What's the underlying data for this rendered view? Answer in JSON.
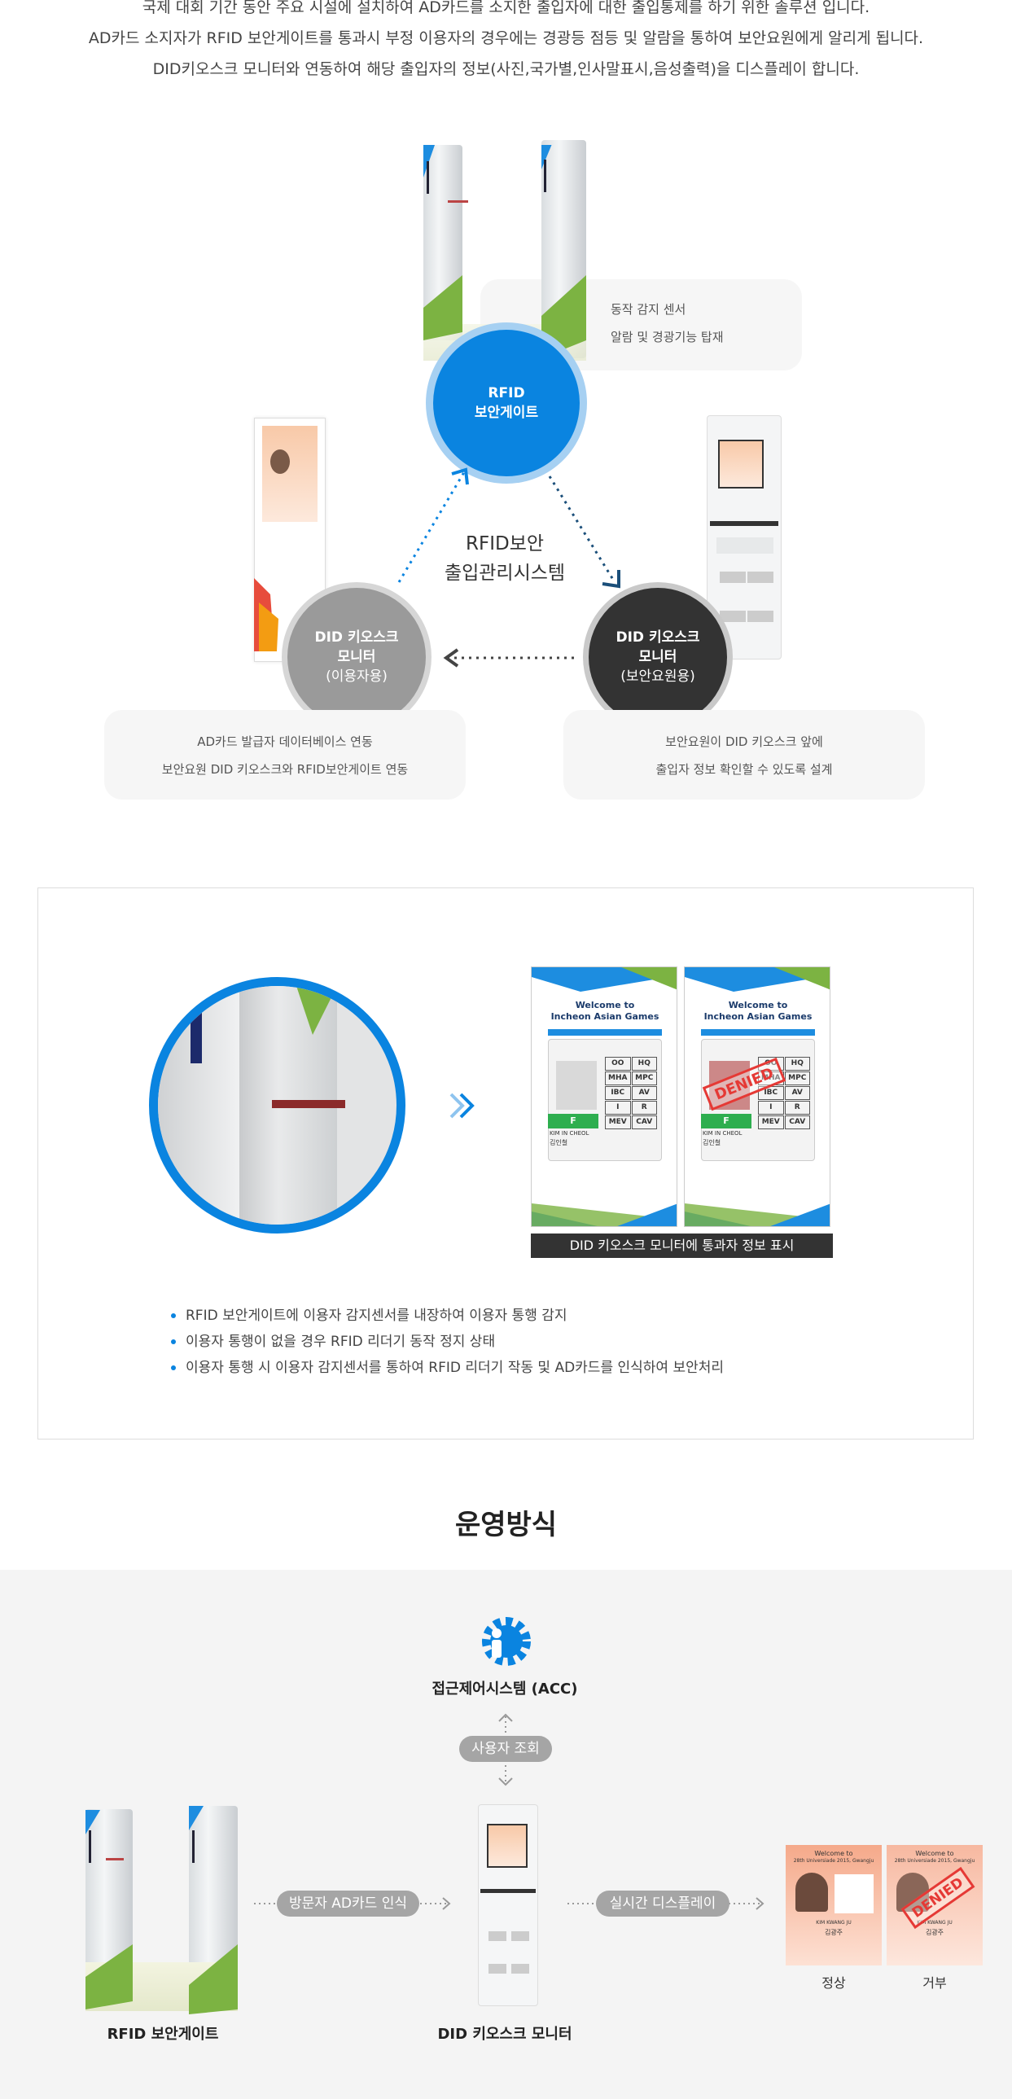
{
  "intro": {
    "line1": "국제 대회 기간 동안  주요 시설에 설치하여 AD카드를 소지한 출입자에 대한 출입통제를 하기 위한 솔루션 입니다.",
    "line2": "AD카드 소지자가  RFID 보안게이트를 통과시 부정 이용자의 경우에는 경광등 점등 및 알람을 통하여 보안요원에게 알리게 됩니다.",
    "line3": "DID키오스크 모니터와 연동하여 해당 출입자의 정보(사진,국가별,인사말표시,음성출력)을 디스플레이 합니다."
  },
  "cycle": {
    "center_line1": "RFID보안",
    "center_line2": "출입관리시스템",
    "gate": {
      "line1": "RFID",
      "line2": "보안게이트"
    },
    "left": {
      "line1": "DID 키오스크",
      "line2": "모니터",
      "line3": "(이용자용)"
    },
    "right": {
      "line1": "DID 키오스크",
      "line2": "모니터",
      "line3": "(보안요원용)"
    },
    "gate_box": {
      "line1": "동작 감지 센서",
      "line2": "알람 및 경광기능 탑재"
    },
    "left_box": {
      "line1": "AD카드 발급자 데이터베이스 연동",
      "line2": "보안요원 DID 키오스크와  RFID보안게이트 연동"
    },
    "right_box": {
      "line1": "보안요원이 DID 키오스크 앞에",
      "line2": "출입자 정보 확인할 수 있도록 설계"
    }
  },
  "panel": {
    "card": {
      "welcome": "Welcome to",
      "games": "Incheon Asian Games",
      "codes": [
        "OO",
        "HQ",
        "MHA",
        "MPC",
        "IBC",
        "AV",
        "I",
        "R",
        "MEV",
        "CAV"
      ],
      "zone": "F",
      "name_en": "KIM IN CHEOL",
      "name_kr": "김인철",
      "denied": "DENIED"
    },
    "caption": "DID 키오스크 모니터에 통과자 정보 표시",
    "bullets": [
      "RFID 보안게이트에 이용자 감지센서를 내장하여 이용자 통행 감지",
      "이용자 통행이 없을 경우 RFID 리더기 동작 정지 상태",
      "이용자 통행 시 이용자 감지센서를 통하여 RFID 리더기 작동 및 AD카드를 인식하여 보안처리"
    ]
  },
  "operation": {
    "title": "운영방식",
    "acc": "접근제어시스템 (ACC)",
    "user_query": "사용자 조회",
    "ad_recognition": "방문자 AD카드 인식",
    "realtime": "실시간 디스플레이",
    "gate_label": "RFID 보안게이트",
    "kiosk_label": "DID 키오스크 모니터",
    "normal": "정상",
    "denied_label": "거부",
    "card_welcome": "Welcome to",
    "card_event": "28th Universiade 2015, Gwangju",
    "card_name": "KIM KWANG JU",
    "card_name_kr": "김광주",
    "card_denied": "DENIED"
  },
  "colors": {
    "accent": "#0a84e0",
    "dark": "#333333",
    "gray": "#9a9a9a"
  }
}
